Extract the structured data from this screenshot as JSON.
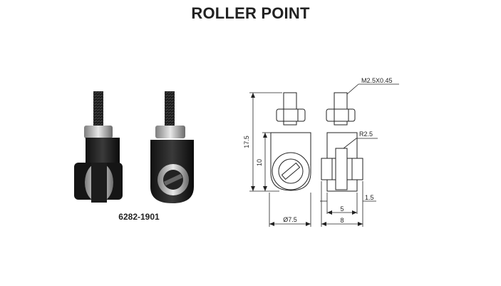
{
  "title": "ROLLER POINT",
  "part_number": "6282-1901",
  "dimensions": {
    "thread": "M2.5X0.45",
    "radius": "R2.5",
    "total_height": "17.5",
    "body_height": "10",
    "roller_diameter": "Ø7.5",
    "center_width": "5",
    "overall_width": "8",
    "offset": "1.5"
  }
}
